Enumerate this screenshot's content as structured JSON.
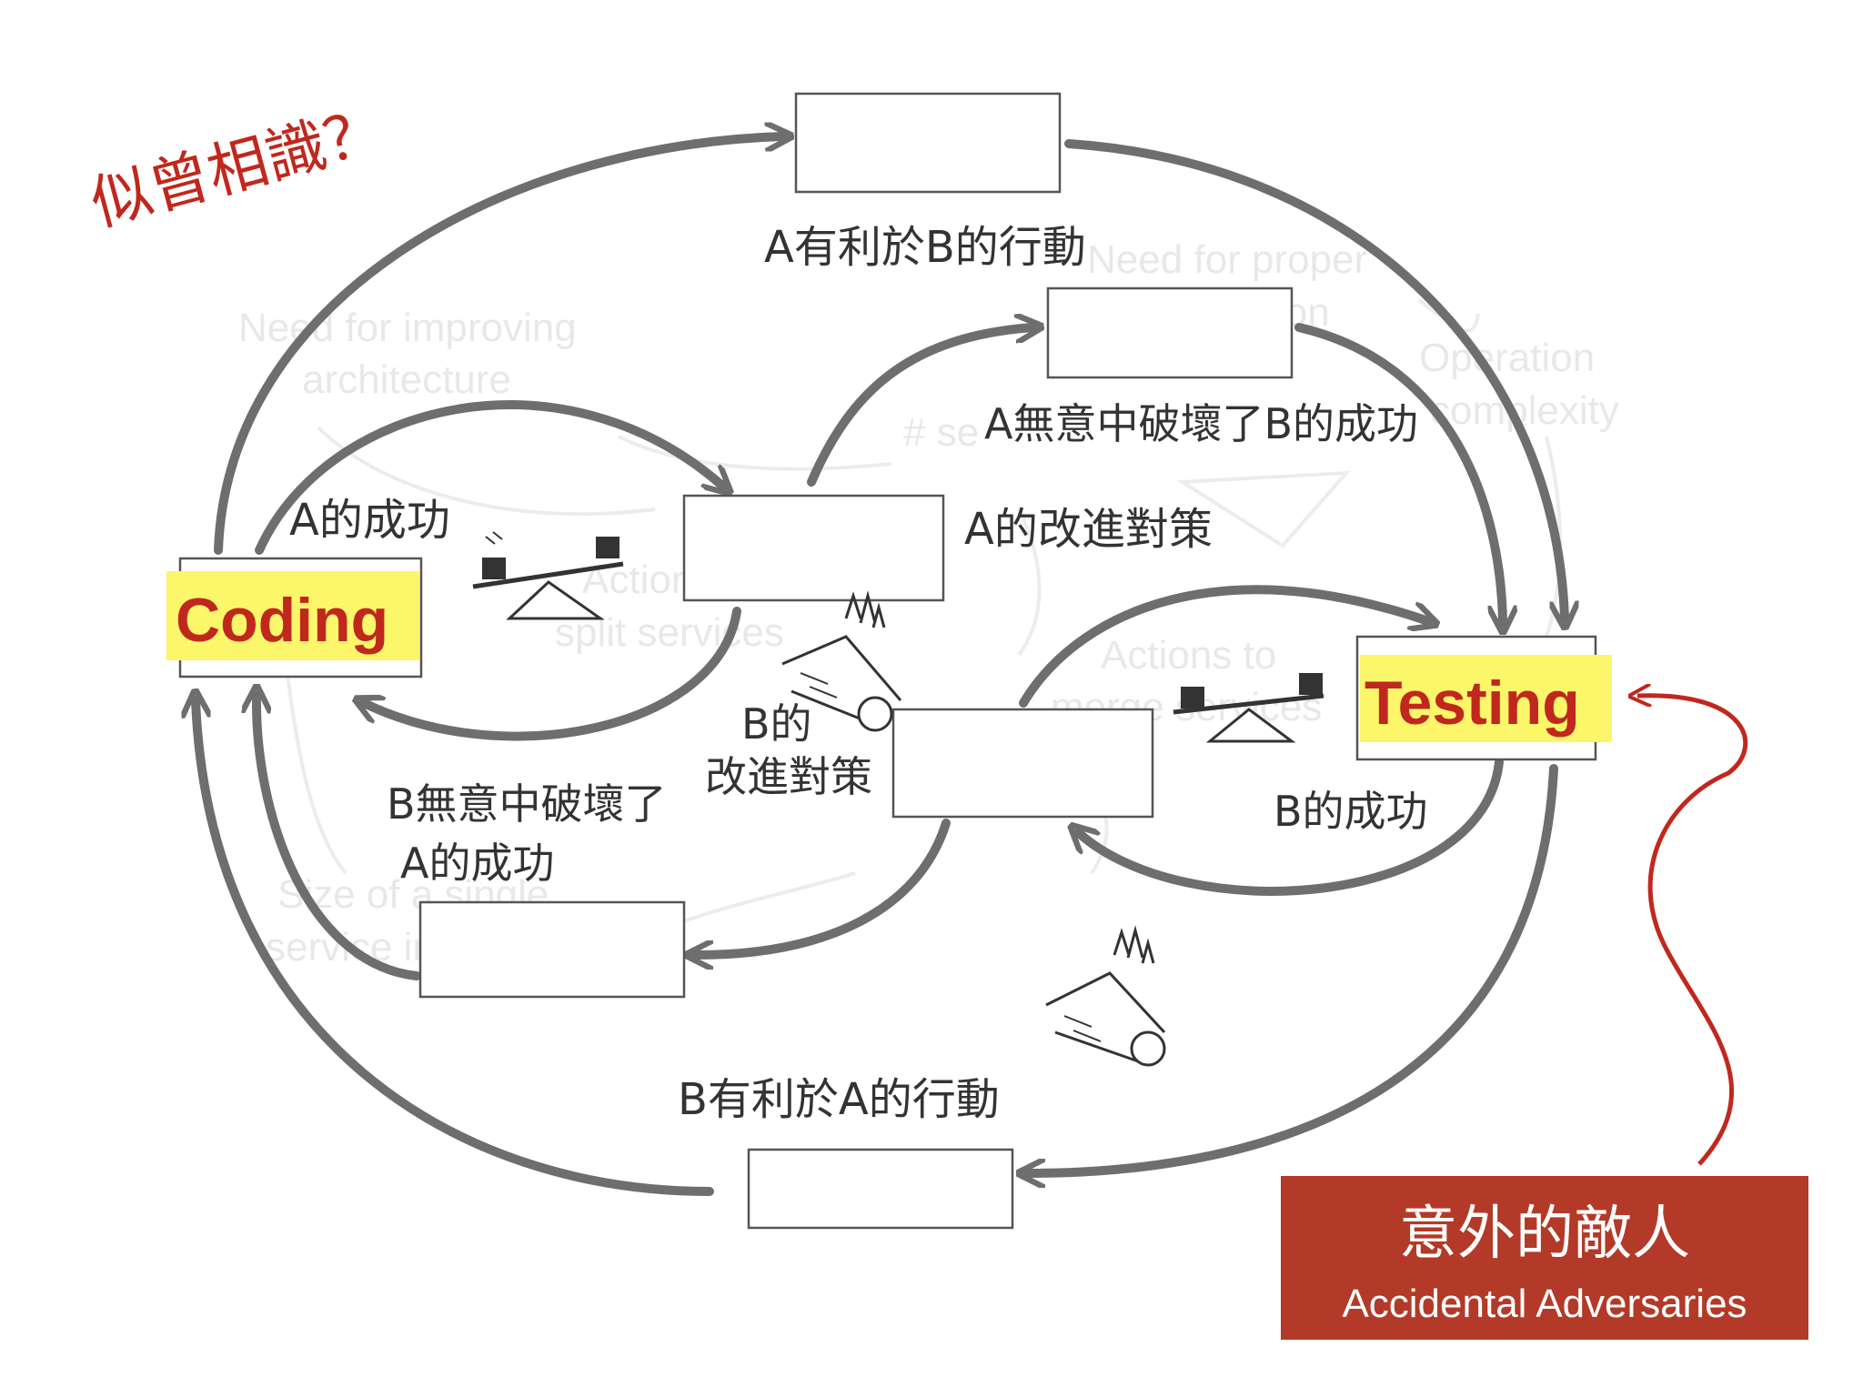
{
  "question_title": "似曾相識？",
  "nodes": {
    "coding": "Coding",
    "testing": "Testing"
  },
  "labels": {
    "a_benefits_b": "A有利於B的行動",
    "a_breaks_b": "A無意中破壞了B的成功",
    "a_success": "A的成功",
    "a_improve": "A的改進對策",
    "b_improve_line1": "B的",
    "b_improve_line2": "改進對策",
    "b_breaks_a_line1": "B無意中破壞了",
    "b_breaks_a_line2": "A的成功",
    "b_success": "B的成功",
    "b_benefits_a": "B有利於A的行動"
  },
  "faded_background_text": {
    "t1": "Need for improving",
    "t2": "architecture",
    "t3": "Need for proper",
    "t4": "coordination",
    "t5": "Operation",
    "t6": "complexity",
    "t7": "Actions to",
    "t8": "split services",
    "t9": "Actions to",
    "t10": "merge services",
    "t11": "Size of a single",
    "t12": "service instance",
    "t13": "# se"
  },
  "archetype": {
    "title_cn": "意外的敵人",
    "title_en": "Accidental Adversaries"
  },
  "colors": {
    "highlight": "#fbf66a",
    "node_text": "#c0281e",
    "tag_bg": "#b33a28",
    "loop": "#6e6e6e",
    "arrow_red": "#c0281e"
  }
}
